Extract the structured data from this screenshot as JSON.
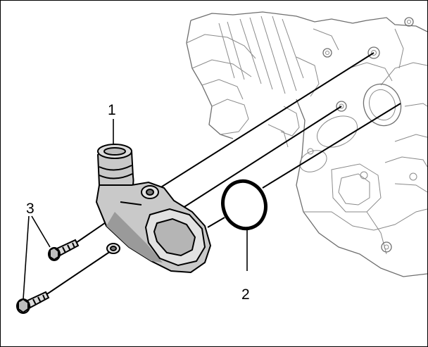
{
  "diagram": {
    "callouts": [
      {
        "id": "1",
        "label": "1"
      },
      {
        "id": "2",
        "label": "2"
      },
      {
        "id": "3",
        "label": "3"
      }
    ],
    "parts": {
      "engine_color": "#8a8a8a",
      "housing_fill": "#c9c9c9",
      "housing_shade": "#9a9a9a",
      "line_color": "#000000"
    }
  }
}
